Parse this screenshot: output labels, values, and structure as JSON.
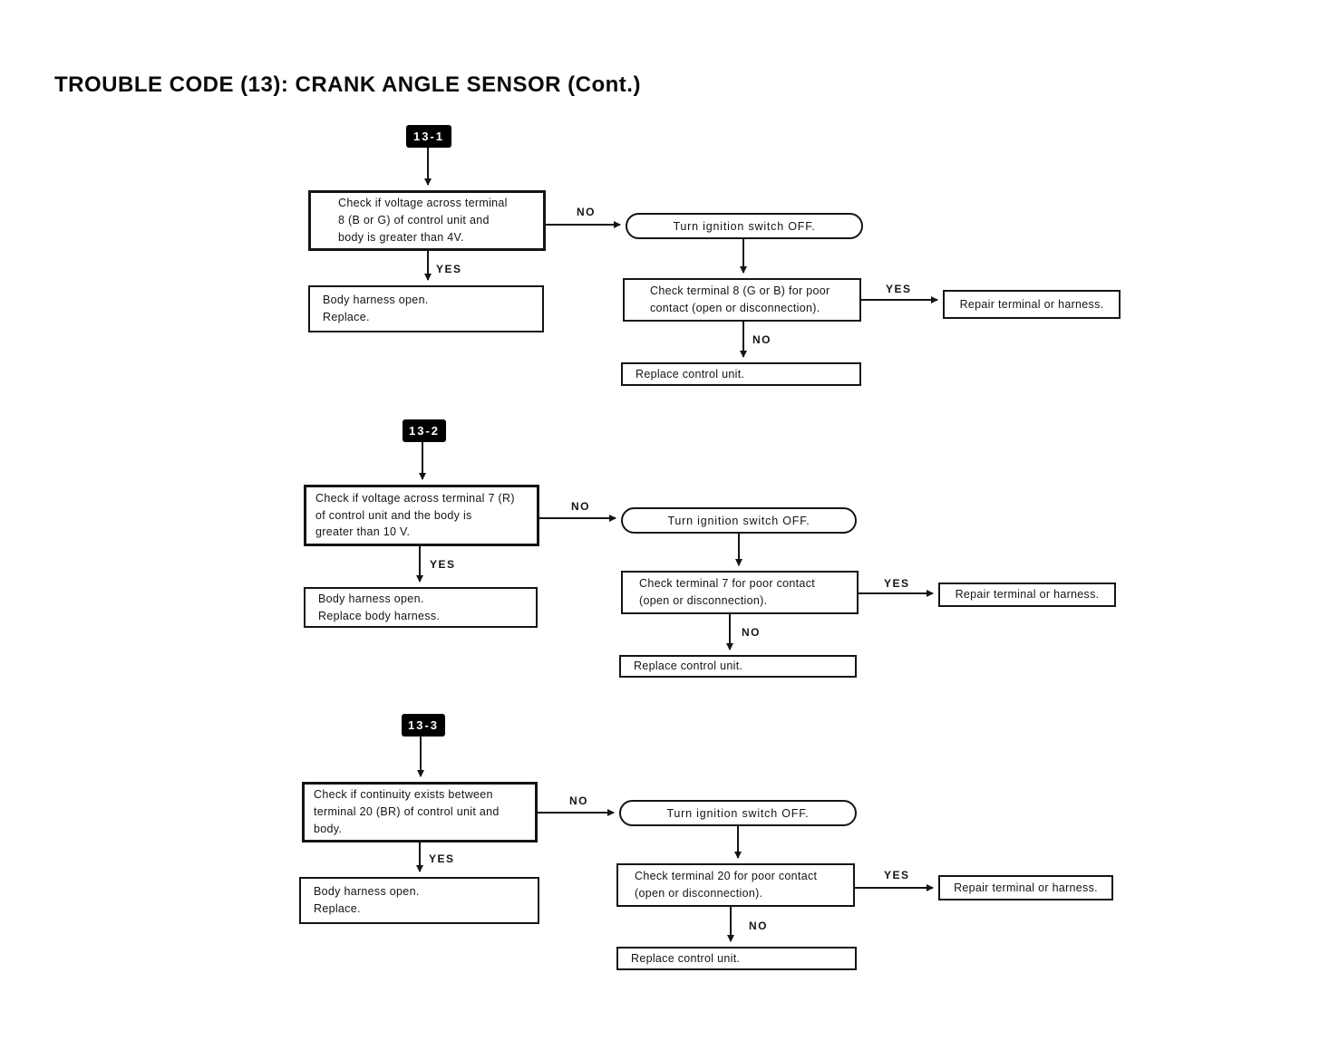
{
  "page": {
    "title": "TROUBLE CODE (13): CRANK ANGLE SENSOR (Cont.)"
  },
  "connector_labels": {
    "yes": "YES",
    "no": "NO"
  },
  "sections": [
    {
      "code": "13-1",
      "decision": "Check if voltage across terminal\n8 (B or G) of control unit and\nbody is greater than 4V.",
      "yes_result": "Body harness open.\nReplace.",
      "turn_off": "Turn ignition switch OFF.",
      "check_terminal": "Check terminal 8 (G or B) for poor\ncontact (open or disconnection).",
      "repair": "Repair terminal or harness.",
      "replace_unit": "Replace control unit."
    },
    {
      "code": "13-2",
      "decision": "Check if voltage across terminal 7 (R)\nof control unit and the body is\ngreater than 10 V.",
      "yes_result": "Body harness open.\nReplace body harness.",
      "turn_off": "Turn ignition switch OFF.",
      "check_terminal": "Check terminal 7 for poor contact\n(open or disconnection).",
      "repair": "Repair terminal or harness.",
      "replace_unit": "Replace control unit."
    },
    {
      "code": "13-3",
      "decision": "Check if continuity exists between\nterminal 20 (BR) of control unit and\nbody.",
      "yes_result": "Body harness open.\nReplace.",
      "turn_off": "Turn ignition switch OFF.",
      "check_terminal": "Check terminal 20 for poor contact\n(open or disconnection).",
      "repair": "Repair terminal or harness.",
      "replace_unit": "Replace control unit."
    }
  ]
}
